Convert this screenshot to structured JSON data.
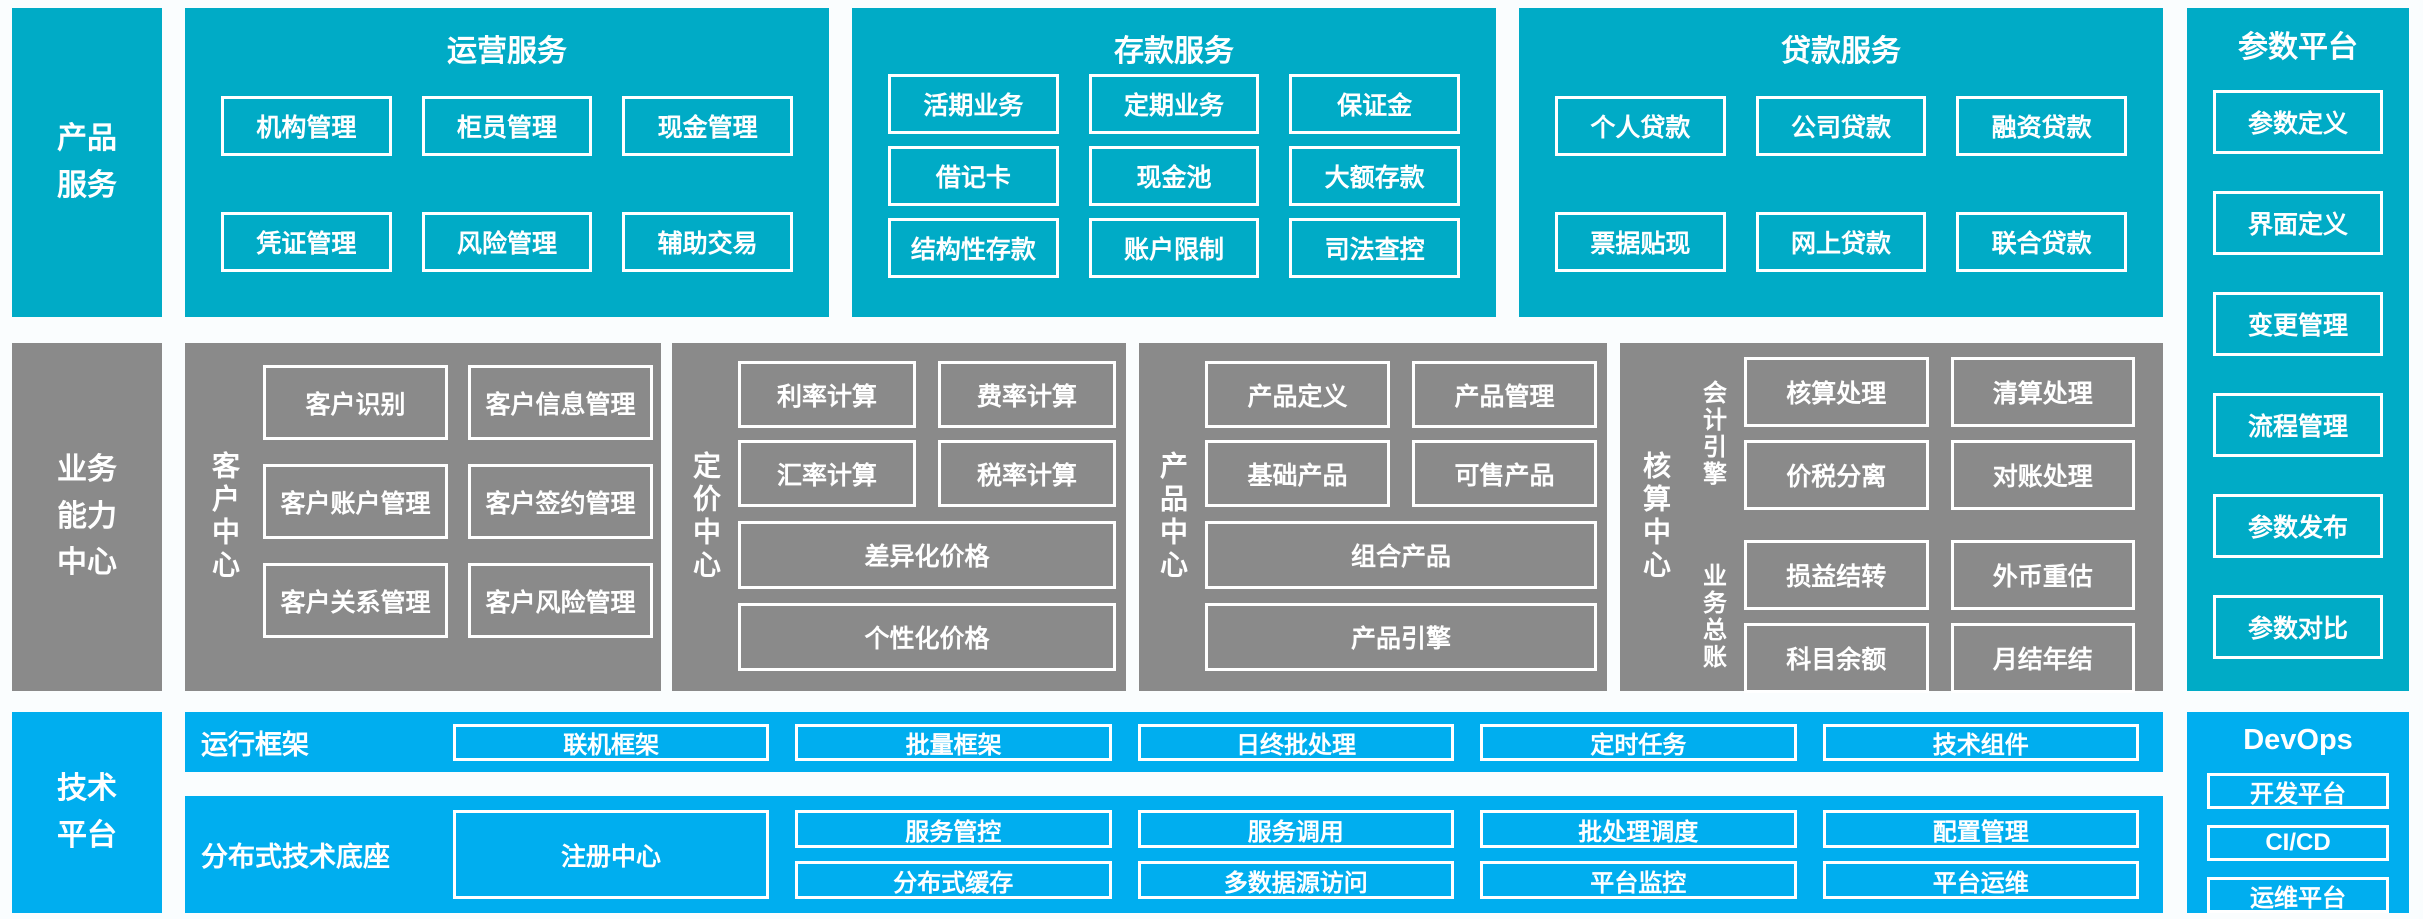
{
  "palette": {
    "teal": "#00ABC6",
    "gray": "#8A8A8A",
    "blue": "#00AEEF",
    "background": "#FAFDFE",
    "text": "#FFFFFF"
  },
  "left_rail": {
    "product_services": {
      "line1": "产品",
      "line2": "服务"
    },
    "business_capability": {
      "line1": "业务",
      "line2": "能力",
      "line3": "中心"
    },
    "tech_platform": {
      "line1": "技术",
      "line2": "平台"
    }
  },
  "operations": {
    "title": "运营服务",
    "boxes": [
      "机构管理",
      "柜员管理",
      "现金管理",
      "凭证管理",
      "风险管理",
      "辅助交易"
    ]
  },
  "deposit": {
    "title": "存款服务",
    "boxes": [
      "活期业务",
      "定期业务",
      "保证金",
      "借记卡",
      "现金池",
      "大额存款",
      "结构性存款",
      "账户限制",
      "司法查控"
    ]
  },
  "loan": {
    "title": "贷款服务",
    "boxes": [
      "个人贷款",
      "公司贷款",
      "融资贷款",
      "票据贴现",
      "网上贷款",
      "联合贷款"
    ]
  },
  "params": {
    "title": "参数平台",
    "boxes": [
      "参数定义",
      "界面定义",
      "变更管理",
      "流程管理",
      "参数发布",
      "参数对比"
    ]
  },
  "customer": {
    "label": "客户中心",
    "boxes": [
      "客户识别",
      "客户信息管理",
      "客户账户管理",
      "客户签约管理",
      "客户关系管理",
      "客户风险管理"
    ]
  },
  "pricing": {
    "label": "定价中心",
    "boxes": [
      "利率计算",
      "费率计算",
      "汇率计算",
      "税率计算"
    ],
    "wide": [
      "差异化价格",
      "个性化价格"
    ]
  },
  "product": {
    "label": "产品中心",
    "boxes": [
      "产品定义",
      "产品管理",
      "基础产品",
      "可售产品"
    ],
    "wide": [
      "组合产品",
      "产品引擎"
    ]
  },
  "accounting": {
    "label": "核算中心",
    "groups": [
      {
        "label": "会计引擎",
        "boxes": [
          "核算处理",
          "清算处理",
          "价税分离",
          "对账处理"
        ]
      },
      {
        "label": "业务总账",
        "boxes": [
          "损益结转",
          "外币重估",
          "科目余额",
          "月结年结"
        ]
      }
    ]
  },
  "runtime": {
    "label": "运行框架",
    "boxes": [
      "联机框架",
      "批量框架",
      "日终批处理",
      "定时任务",
      "技术组件"
    ]
  },
  "distributed": {
    "label": "分布式技术底座",
    "tall_box": "注册中心",
    "boxes": [
      "服务管控",
      "服务调用",
      "批处理调度",
      "配置管理",
      "分布式缓存",
      "多数据源访问",
      "平台监控",
      "平台运维"
    ]
  },
  "devops": {
    "title": "DevOps",
    "boxes": [
      "开发平台",
      "CI/CD",
      "运维平台"
    ]
  }
}
